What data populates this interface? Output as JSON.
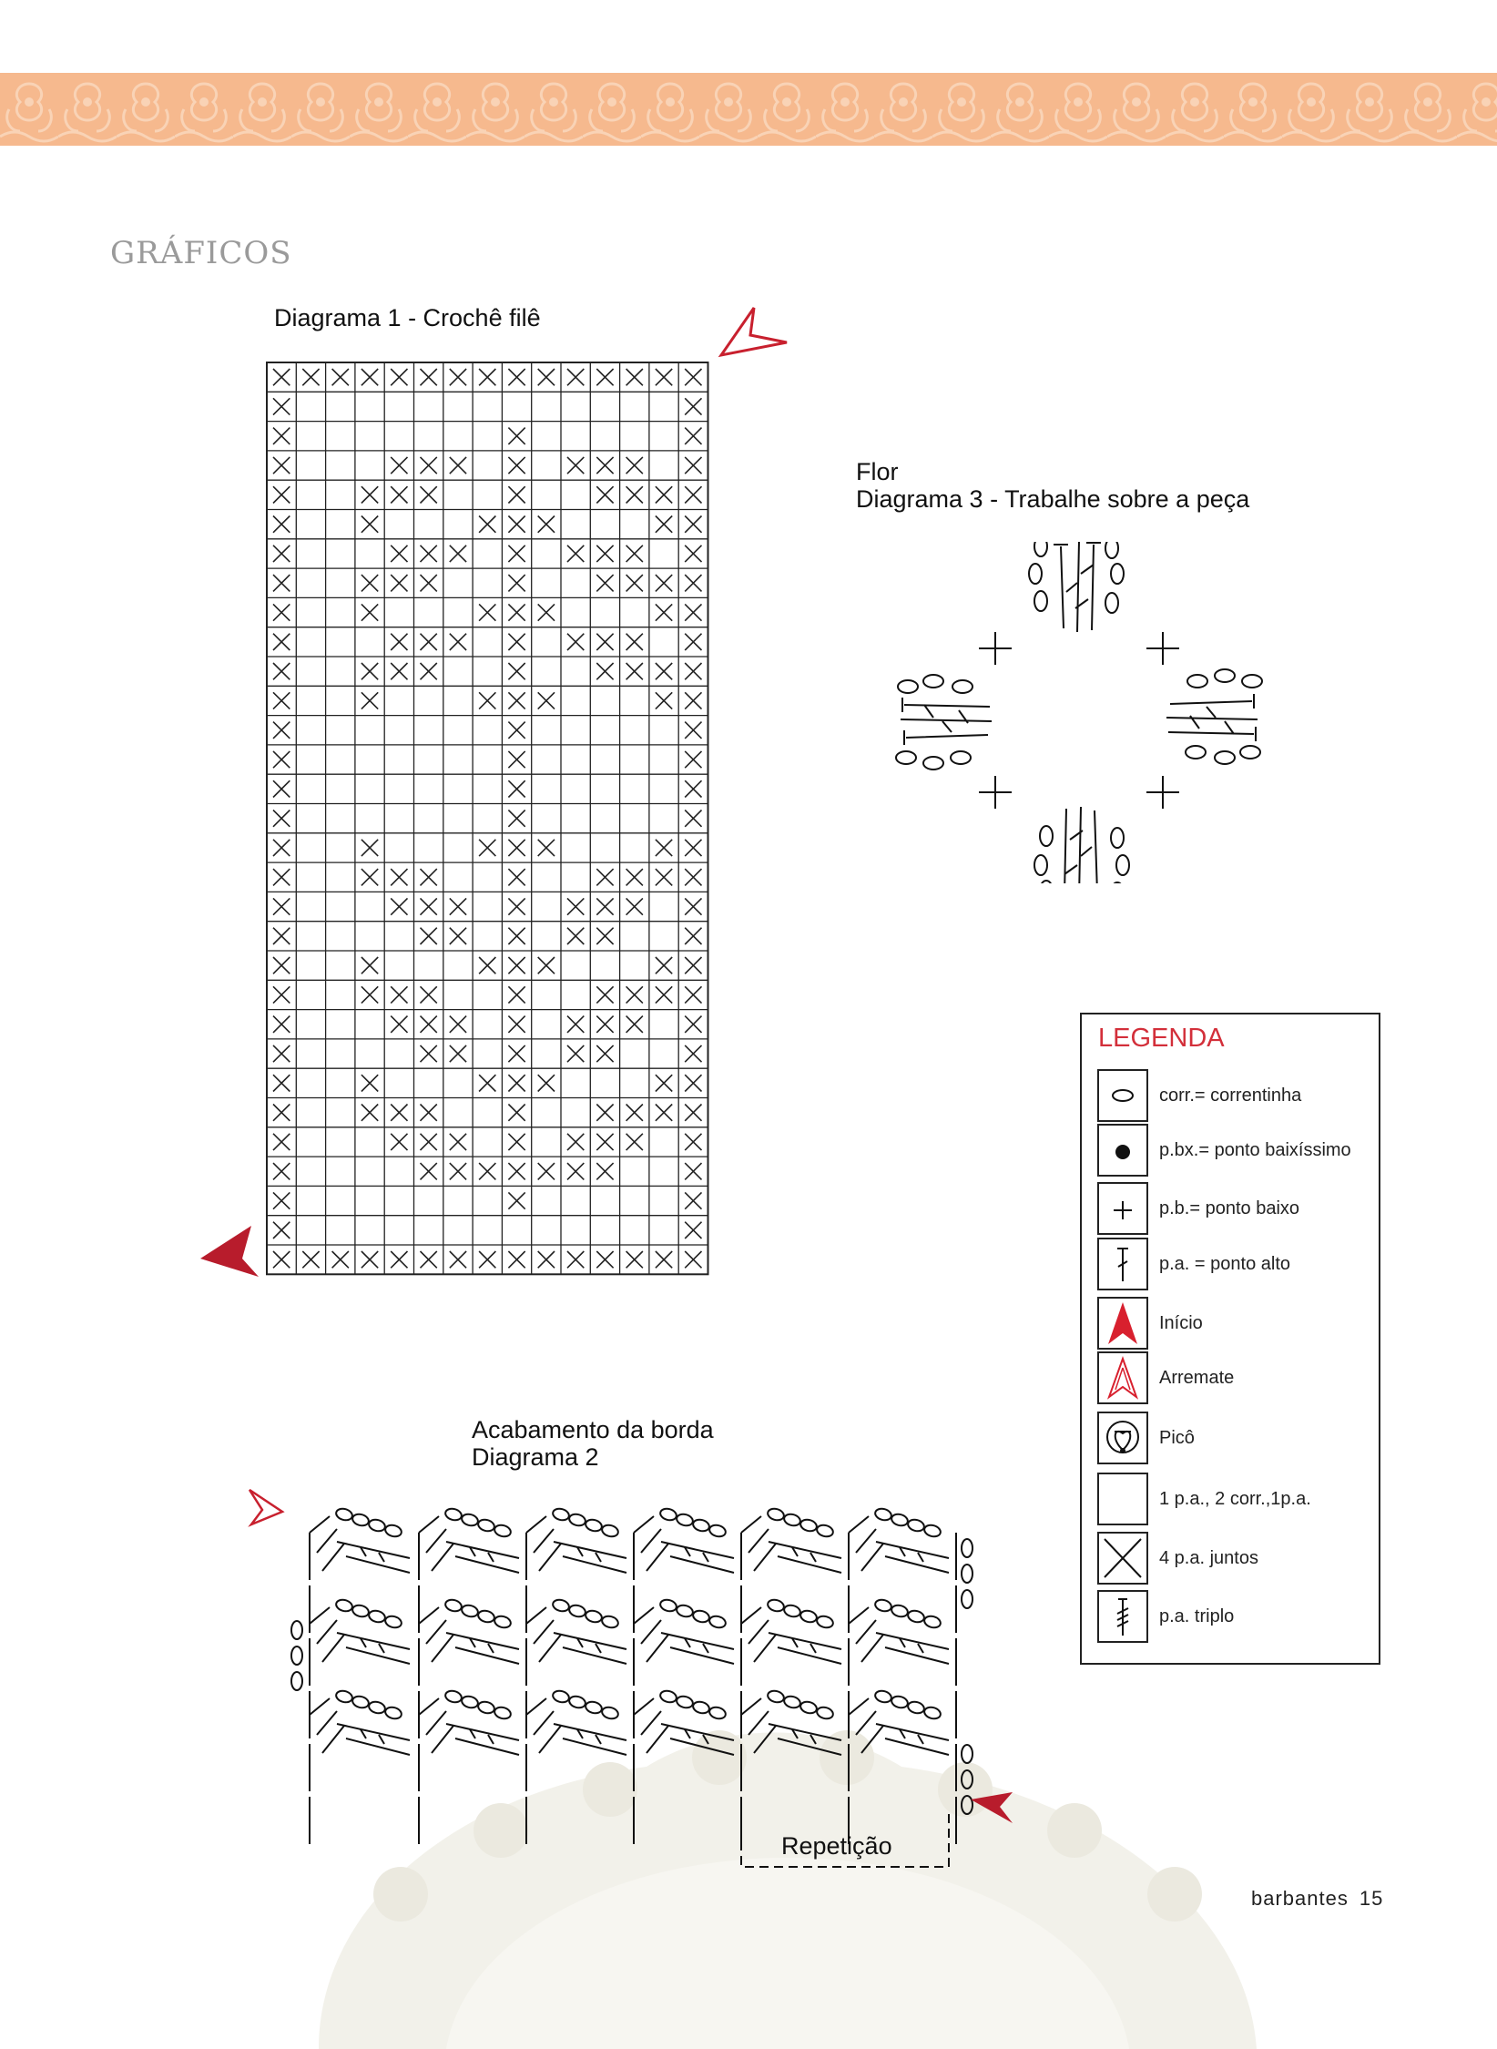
{
  "section_title": "GRÁFICOS",
  "diagram1": {
    "caption": "Diagrama 1 - Crochê filê",
    "grid": [
      "XXXXXXXXXXXXXXX",
      "X.............X",
      "X.......X.....X",
      "X...XXX.X.XXX.X",
      "X..XXX..X..XXXX",
      "X..X...XXX...XX",
      "X...XXX.X.XXX.X",
      "X..XXX..X..XXXX",
      "X..X...XXX...XX",
      "X...XXX.X.XXX.X",
      "X..XXX..X..XXXX",
      "X..X...XXX...XX",
      "X.......X.....X",
      "X.......X.....X",
      "X.......X.....X",
      "X.......X.....X",
      "X..X...XXX...XX",
      "X..XXX..X..XXXX",
      "X...XXX.X.XXX.X",
      "X....XX.X.XX..X",
      "X..X...XXX...XX",
      "X..XXX..X..XXXX",
      "X...XXX.X.XXX.X",
      "X....XX.X.XX..X",
      "X..X...XXX...XX",
      "X..XXX..X..XXXX",
      "X...XXX.X.XXX.X",
      "X....XXXXXXX..X",
      "X.......X.....X",
      "X.............X",
      "XXXXXXXXXXXXXXX"
    ]
  },
  "diagram3": {
    "caption_line1": "Flor",
    "caption_line2": "Diagrama 3 - Trabalhe sobre a peça"
  },
  "diagram2": {
    "caption_line1": "Acabamento da borda",
    "caption_line2": "Diagrama 2",
    "repeat_label": "Repetição"
  },
  "legend": {
    "title": "LEGENDA",
    "items": [
      {
        "icon": "chain-oval-icon",
        "label": "corr.= correntinha"
      },
      {
        "icon": "filled-dot-icon",
        "label": "p.bx.= ponto baixíssimo"
      },
      {
        "icon": "plus-cross-icon",
        "label": "p.b.= ponto baixo"
      },
      {
        "icon": "double-crochet-icon",
        "label": "p.a. = ponto alto"
      },
      {
        "icon": "start-arrow-icon",
        "label": "Início"
      },
      {
        "icon": "finish-arrow-icon",
        "label": "Arremate"
      },
      {
        "icon": "picot-icon",
        "label": "Picô"
      },
      {
        "icon": "empty-square-icon",
        "label": "1 p.a., 2 corr.,1p.a."
      },
      {
        "icon": "x-square-icon",
        "label": "4 p.a. juntos"
      },
      {
        "icon": "triple-crochet-icon",
        "label": "p.a. triplo"
      }
    ]
  },
  "colors": {
    "banner": "#f6b98e",
    "accent_red": "#c8202e",
    "title_gray": "#9a9a9a"
  },
  "footer": {
    "brand": "barbantes",
    "page_number": "15"
  }
}
